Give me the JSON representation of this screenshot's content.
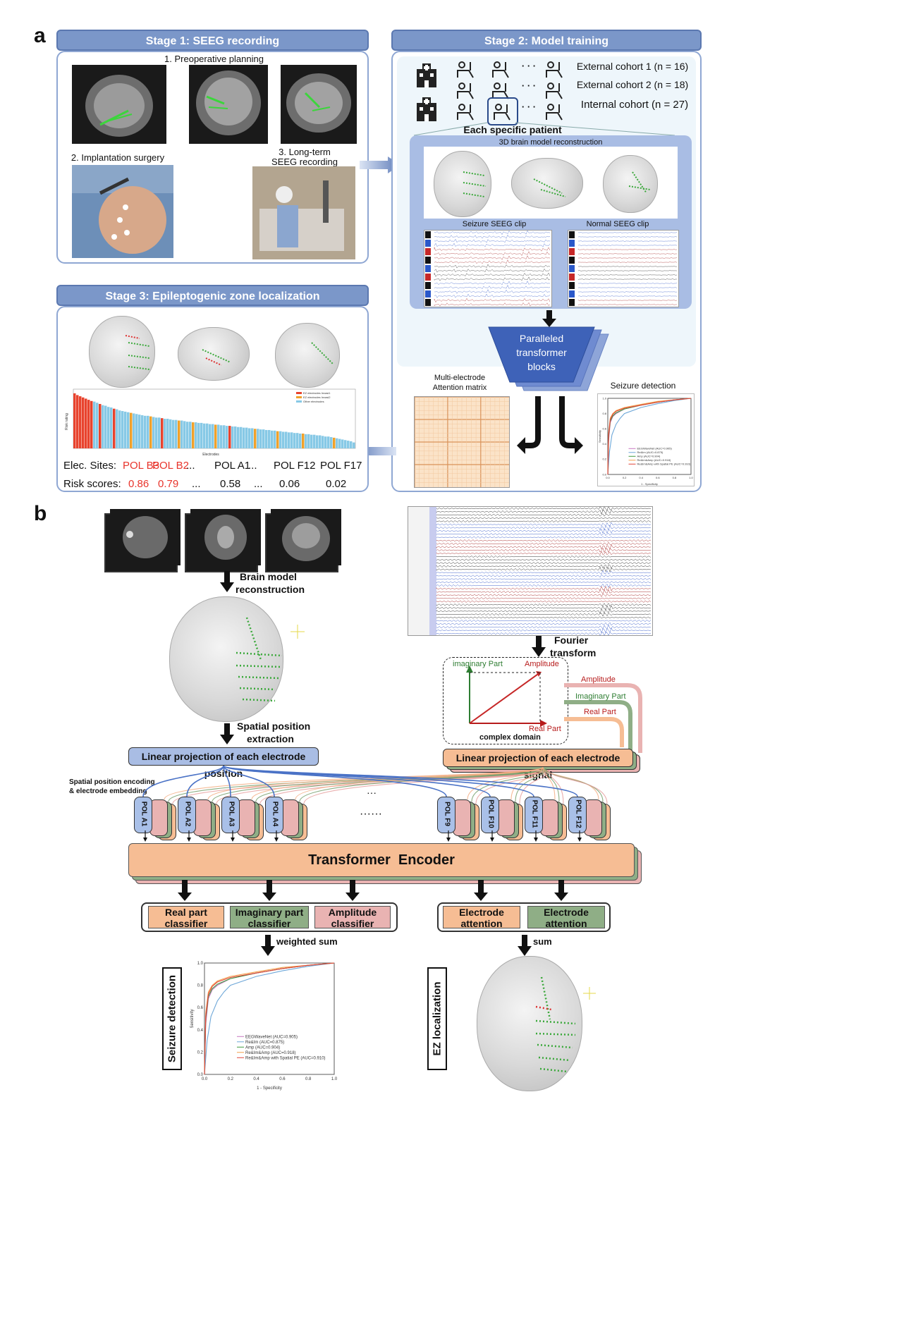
{
  "panel_a": {
    "letter": "a",
    "stage1": {
      "title": "Stage 1: SEEG recording",
      "step1": "1. Preoperative planning",
      "step2": "2. Implantation surgery",
      "step3_line1": "3. Long-term",
      "step3_line2": "SEEG recording"
    },
    "stage2": {
      "title": "Stage 2: Model training",
      "cohort1": "External cohort 1 (n = 16)",
      "cohort2": "External cohort 2 (n = 18)",
      "cohort3": "Internal cohort (n = 27)",
      "dots": "· · ·",
      "patient_label": "Each specific patient",
      "recon_label": "3D brain model reconstruction",
      "seizure_clip": "Seizure SEEG clip",
      "normal_clip": "Normal SEEG clip",
      "transformer_line1": "Paralleled",
      "transformer_line2": "transformer",
      "transformer_line3": "blocks",
      "attn_line1": "Multi-electrode",
      "attn_line2": "Attention matrix",
      "seizure_detection": "Seizure detection"
    },
    "stage3": {
      "title": "Stage 3: Epileptogenic zone localization",
      "elec_label": "Elec. Sites:",
      "risk_label": "Risk scores:",
      "sites": [
        "POL B3",
        "POL B2",
        "...",
        "POL A1",
        "...",
        "POL F12",
        "POL F17"
      ],
      "scores": [
        "0.86",
        "0.79",
        "...",
        "0.58",
        "...",
        "0.06",
        "0.02"
      ],
      "legend": [
        "EZ electrodes Invasi1",
        "EZ electrodes Invasi2",
        "Other electrodes"
      ],
      "ylabel": "Risk rating",
      "xlabel": "Electrodes"
    }
  },
  "panel_b": {
    "letter": "b",
    "brain_recon_line1": "Brain model",
    "brain_recon_line2": "reconstruction",
    "spatial_line1": "Spatial position",
    "spatial_line2": "extraction",
    "fourier_line1": "Fourier",
    "fourier_line2": "transform",
    "imag_part": "imaginary Part",
    "amplitude": "Amplitude",
    "real_part": "Real Part",
    "complex_domain": "complex domain",
    "flow_amplitude": "Amplitude",
    "flow_imag": "Imaginary Part",
    "flow_real": "Real Part",
    "proj_position": "Linear projection of each electrode position",
    "proj_signal": "Linear projection of each electrode signal",
    "embed_line1": "Spatial position encoding",
    "embed_line2": "& electrode embedding",
    "tokens_left": [
      "POL A1",
      "POL A2",
      "POL A3",
      "POL A4"
    ],
    "tokens_right": [
      "POL F9",
      "POL F10",
      "POL F11",
      "POL F12"
    ],
    "dots_top": "···",
    "dots_mid": "······",
    "encoder": "Transformer  Encoder",
    "classifiers": [
      {
        "line1": "Real part",
        "line2": "classifier"
      },
      {
        "line1": "Imaginary part",
        "line2": "classifier"
      },
      {
        "line1": "Amplitude",
        "line2": "classifier"
      }
    ],
    "attentions": [
      {
        "line1": "Electrode",
        "line2": "attention"
      },
      {
        "line1": "Electrode",
        "line2": "attention"
      }
    ],
    "weighted_sum": "weighted sum",
    "sum": "sum",
    "seizure_detection": "Seizure detection",
    "ez_localization": "EZ localization"
  },
  "colors": {
    "stage_header": "#7b97c9",
    "stage_border": "#8fa7d3",
    "orange": "#f6bd94",
    "green": "#8fae86",
    "pink": "#e9b3b2",
    "blue_token": "#a9c0e8",
    "risk_red": "#e8342b"
  },
  "chart_data": [
    {
      "type": "line",
      "title": "Seizure detection",
      "xlabel": "1 - Specificity",
      "ylabel": "Sensitivity",
      "xlim": [
        0,
        1
      ],
      "ylim": [
        0,
        1
      ],
      "x_ticks": [
        "0.0",
        "0.2",
        "0.4",
        "0.6",
        "0.8",
        "1.0"
      ],
      "y_ticks": [
        "0.0",
        "0.2",
        "0.4",
        "0.6",
        "0.8",
        "1.0"
      ],
      "legend_position": "bottom-right",
      "series": [
        {
          "name": "EEGWaveNet (AUC=0.905)",
          "color": "#c777c1",
          "x": [
            0,
            0.01,
            0.03,
            0.06,
            0.1,
            0.2,
            0.4,
            0.6,
            0.8,
            1.0
          ],
          "y": [
            0,
            0.45,
            0.68,
            0.76,
            0.8,
            0.86,
            0.91,
            0.95,
            0.98,
            1.0
          ]
        },
        {
          "name": "Re&Im (AUC=0.875)",
          "color": "#6ea7d8",
          "x": [
            0,
            0.02,
            0.05,
            0.1,
            0.15,
            0.2,
            0.4,
            0.6,
            0.8,
            1.0
          ],
          "y": [
            0,
            0.3,
            0.52,
            0.66,
            0.74,
            0.8,
            0.88,
            0.93,
            0.97,
            1.0
          ]
        },
        {
          "name": "Amp (AUC=0.904)",
          "color": "#3f9b3f",
          "x": [
            0,
            0.01,
            0.03,
            0.06,
            0.1,
            0.2,
            0.4,
            0.6,
            0.8,
            1.0
          ],
          "y": [
            0,
            0.5,
            0.7,
            0.77,
            0.81,
            0.86,
            0.91,
            0.95,
            0.98,
            1.0
          ]
        },
        {
          "name": "Re&Im&Amp (AUC=0.918)",
          "color": "#f2a04a",
          "x": [
            0,
            0.01,
            0.03,
            0.06,
            0.1,
            0.2,
            0.4,
            0.6,
            0.8,
            1.0
          ],
          "y": [
            0,
            0.55,
            0.74,
            0.8,
            0.84,
            0.88,
            0.92,
            0.96,
            0.98,
            1.0
          ]
        },
        {
          "name": "Re&Im&Amp with Spatial PE (AUC=0.910)",
          "color": "#e0443a",
          "x": [
            0,
            0.01,
            0.03,
            0.06,
            0.1,
            0.2,
            0.4,
            0.6,
            0.8,
            1.0
          ],
          "y": [
            0,
            0.52,
            0.72,
            0.79,
            0.83,
            0.87,
            0.91,
            0.95,
            0.98,
            1.0
          ]
        }
      ]
    },
    {
      "type": "bar",
      "title": "",
      "xlabel": "Electrodes",
      "ylabel": "Risk rating",
      "ylim": [
        0,
        1
      ],
      "legend_position": "top-right",
      "values_description_free": true,
      "values": [
        0.93,
        0.9,
        0.88,
        0.86,
        0.84,
        0.82,
        0.8,
        0.79,
        0.77,
        0.75,
        0.73,
        0.72,
        0.7,
        0.69,
        0.67,
        0.66,
        0.64,
        0.63,
        0.62,
        0.61,
        0.6,
        0.59,
        0.58,
        0.57,
        0.56,
        0.55,
        0.55,
        0.54,
        0.53,
        0.52,
        0.52,
        0.51,
        0.5,
        0.5,
        0.49,
        0.48,
        0.48,
        0.47,
        0.47,
        0.46,
        0.45,
        0.45,
        0.44,
        0.44,
        0.43,
        0.43,
        0.42,
        0.42,
        0.41,
        0.41,
        0.4,
        0.4,
        0.39,
        0.39,
        0.38,
        0.38,
        0.37,
        0.37,
        0.36,
        0.36,
        0.35,
        0.35,
        0.34,
        0.34,
        0.33,
        0.33,
        0.32,
        0.32,
        0.31,
        0.31,
        0.3,
        0.3,
        0.29,
        0.29,
        0.28,
        0.28,
        0.27,
        0.27,
        0.26,
        0.26,
        0.25,
        0.25,
        0.24,
        0.24,
        0.23,
        0.23,
        0.22,
        0.22,
        0.21,
        0.2,
        0.2,
        0.19,
        0.18,
        0.17,
        0.16,
        0.15,
        0.14,
        0.13,
        0.12,
        0.1
      ],
      "bar_groups": "0=red,1=orange,2=blue",
      "groups": [
        0,
        0,
        0,
        0,
        0,
        0,
        0,
        2,
        2,
        0,
        2,
        2,
        2,
        2,
        0,
        2,
        2,
        2,
        2,
        2,
        1,
        2,
        2,
        2,
        2,
        2,
        2,
        1,
        2,
        2,
        2,
        0,
        2,
        2,
        2,
        2,
        2,
        1,
        2,
        2,
        2,
        2,
        1,
        2,
        2,
        2,
        2,
        2,
        2,
        2,
        1,
        2,
        2,
        2,
        2,
        0,
        2,
        2,
        2,
        2,
        2,
        2,
        2,
        2,
        1,
        2,
        2,
        2,
        2,
        2,
        2,
        2,
        1,
        2,
        2,
        2,
        2,
        2,
        2,
        2,
        2,
        1,
        2,
        2,
        2,
        2,
        2,
        2,
        2,
        2,
        2,
        2,
        1,
        2,
        2,
        2,
        2,
        2,
        2,
        2
      ]
    }
  ]
}
